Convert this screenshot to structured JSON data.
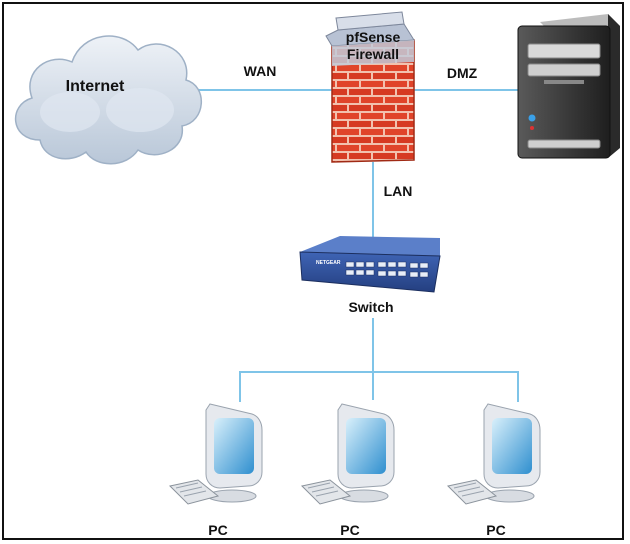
{
  "nodes": {
    "internet": {
      "label": "Internet"
    },
    "firewall": {
      "label_line1": "pfSense",
      "label_line2": "Firewall"
    },
    "switch": {
      "label": "Switch",
      "brand_text": "NETGEAR"
    },
    "pcs": [
      {
        "label": "PC"
      },
      {
        "label": "PC"
      },
      {
        "label": "PC"
      }
    ]
  },
  "links": {
    "wan": {
      "label": "WAN"
    },
    "dmz": {
      "label": "DMZ"
    },
    "lan": {
      "label": "LAN"
    }
  },
  "colors": {
    "link": "#7fc4e8",
    "cloud": "#cfd9e6",
    "brick": "#e0442a",
    "mortar": "#f3c2b0",
    "switch_body": "#2f4f9a",
    "server_body": "#3a3a3a",
    "monitor_screen": "#3aa0d8"
  },
  "icons": [
    "cloud-icon",
    "firewall-icon",
    "server-icon",
    "switch-icon",
    "pc-icon"
  ]
}
